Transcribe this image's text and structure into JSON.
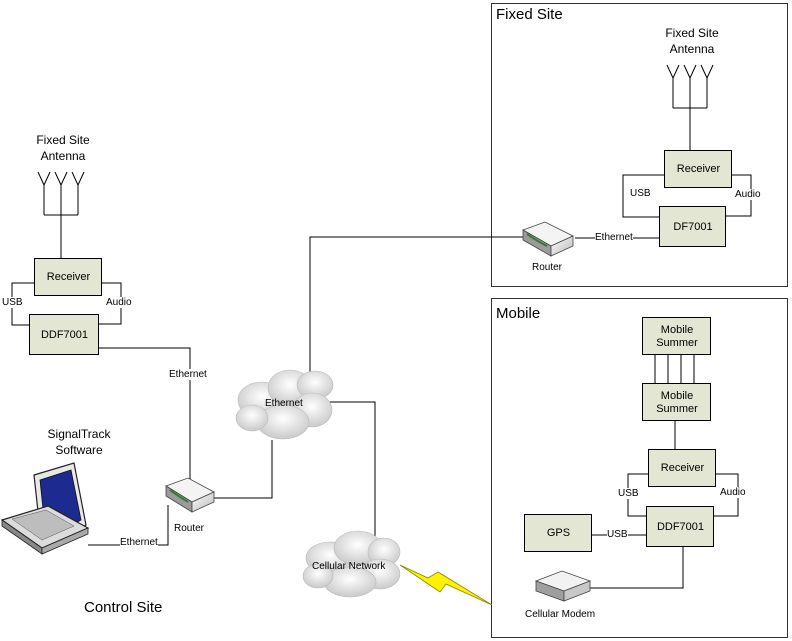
{
  "sites": {
    "fixed_title": "Fixed Site",
    "mobile_title": "Mobile",
    "control_title": "Control Site"
  },
  "control": {
    "antenna_label": "Fixed Site\nAntenna",
    "receiver": "Receiver",
    "ddf": "DDF7001",
    "usb": "USB",
    "audio": "Audio",
    "ethernet_vertical": "Ethernet",
    "software": "SignalTrack\nSoftware",
    "laptop_ethernet": "Ethernet",
    "router": "Router"
  },
  "network": {
    "ethernet_cloud": "Ethernet",
    "cellular_cloud": "Cellular Network"
  },
  "fixed": {
    "antenna_label": "Fixed Site\nAntenna",
    "receiver": "Receiver",
    "df": "DF7001",
    "usb": "USB",
    "audio": "Audio",
    "ethernet": "Ethernet",
    "router": "Router"
  },
  "mobile": {
    "summer1": "Mobile\nSummer",
    "summer2": "Mobile\nSummer",
    "receiver": "Receiver",
    "ddf": "DDF7001",
    "gps": "GPS",
    "usb": "USB",
    "usb_gps": "USB",
    "audio": "Audio",
    "modem": "Cellular Modem"
  },
  "colors": {
    "box_fill": "#E2E6D2",
    "line": "#000000",
    "lightning": "#FFF200",
    "cloud": "#D9D9D9"
  },
  "icons": [
    "antenna-icon",
    "laptop-icon",
    "router-icon",
    "cloud-icon",
    "lightning-icon",
    "modem-icon"
  ]
}
